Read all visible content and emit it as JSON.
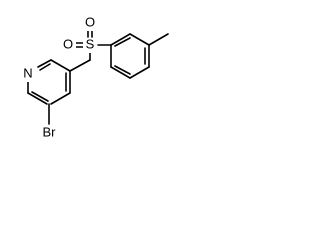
{
  "molecule": {
    "atoms": {
      "nitrogen": "N",
      "bromine": "Br",
      "sulfur": "S",
      "oxygen_1": "O",
      "oxygen_2": "O"
    },
    "colors": {
      "bond": "#000000",
      "label": "#000000",
      "background": "#ffffff"
    }
  }
}
